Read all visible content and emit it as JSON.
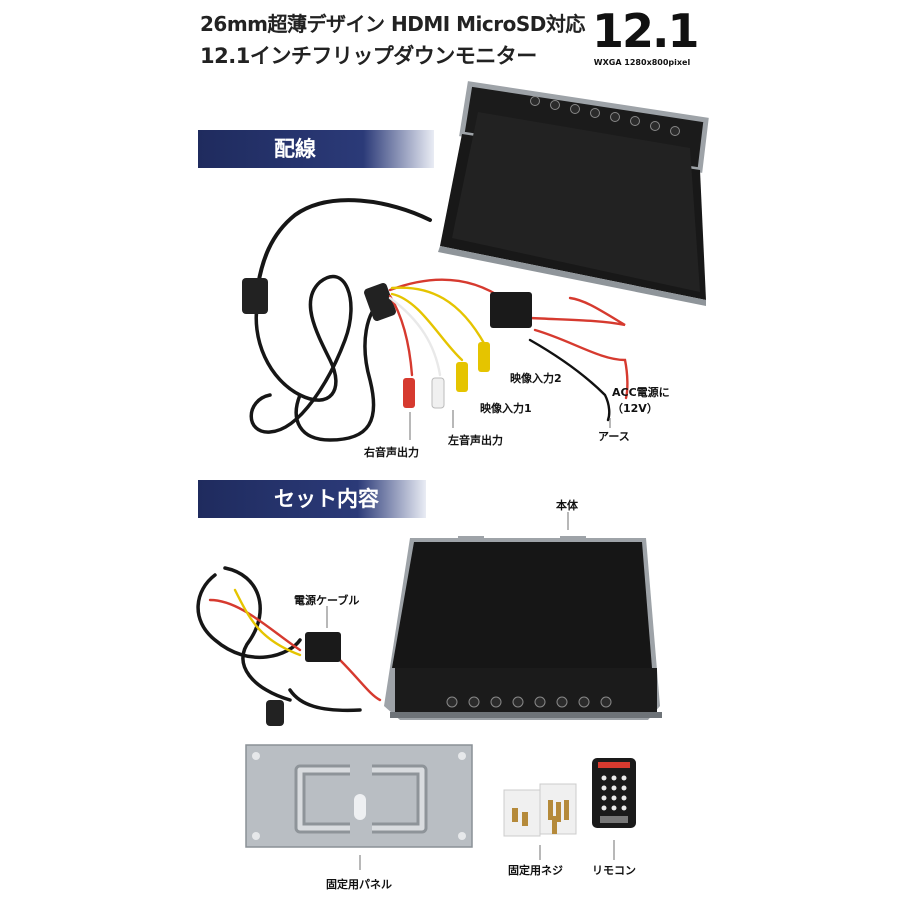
{
  "header": {
    "line1": "26mm超薄デザイン HDMI MicroSD対応",
    "line2": "12.1インチフリップダウンモニター",
    "badge_number": "12.1",
    "badge_sub": "WXGA 1280x800pixel"
  },
  "sections": {
    "wiring": "配線",
    "contents": "セット内容"
  },
  "wiring_labels": {
    "video_in_2": "映像入力2",
    "video_in_1": "映像入力1",
    "acc_power": "ACC電源に",
    "acc_voltage": "（12V）",
    "ground": "アース",
    "right_audio": "右音声出力",
    "left_audio": "左音声出力"
  },
  "contents_labels": {
    "main_unit": "本体",
    "power_cable": "電源ケーブル",
    "mount_panel": "固定用パネル",
    "screws": "固定用ネジ",
    "remote": "リモコン"
  },
  "colors": {
    "section_bg": "#1f2b5e",
    "monitor_body": "#1b1b1b",
    "monitor_trim": "#9ea3a8"
  }
}
